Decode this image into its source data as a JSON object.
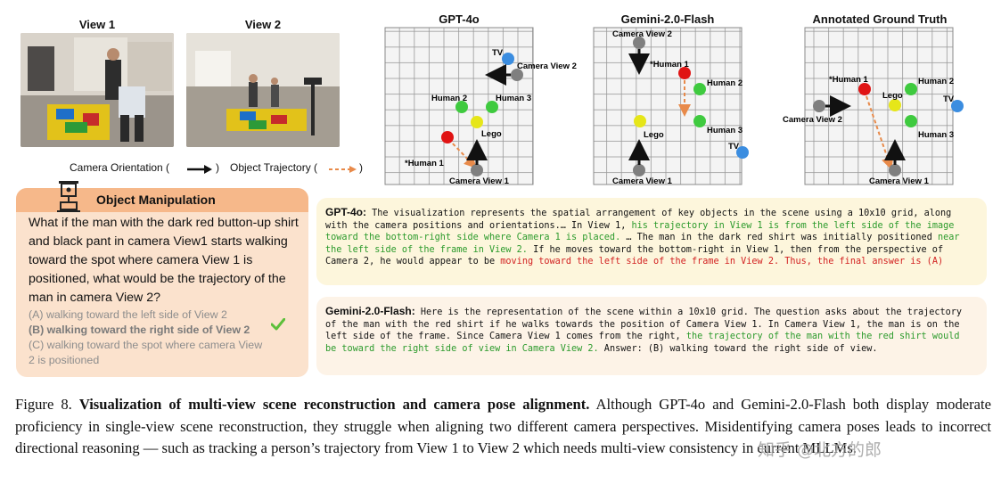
{
  "views": {
    "view1_label": "View 1",
    "view2_label": "View 2"
  },
  "legend": {
    "camera_orientation": "Camera Orientation (",
    "camera_close": ")",
    "object_trajectory": "Object Trajectory (",
    "trajectory_close": ")"
  },
  "panels": [
    {
      "title": "GPT-4o",
      "labels": {
        "tv": "TV",
        "cam2": "Camera View 2",
        "human2": "Human 2",
        "human3": "Human 3",
        "lego": "Lego",
        "human1": "*Human 1",
        "cam1": "Camera View 1"
      }
    },
    {
      "title": "Gemini-2.0-Flash",
      "labels": {
        "cam2": "Camera View 2",
        "human1": "*Human 1",
        "human2": "Human 2",
        "lego": "Lego",
        "human3": "Human 3",
        "tv": "TV",
        "cam1": "Camera View 1"
      }
    },
    {
      "title": "Annotated Ground Truth",
      "labels": {
        "human1": "*Human 1",
        "human2": "Human 2",
        "lego": "Lego",
        "tv": "TV",
        "cam2": "Camera View 2",
        "human3": "Human 3",
        "cam1": "Camera View 1"
      }
    }
  ],
  "colors": {
    "human1": "#e01414",
    "human23": "#3fca3f",
    "lego": "#e6e619",
    "tv": "#3b8de0",
    "camera": "#7f7f7f",
    "trajectory": "#e88a4a",
    "card_bg": "#fbe2cd",
    "card_header": "#f6b88a",
    "gpt_bg": "#fdf6dc",
    "gemini_bg": "#fdf3e7",
    "check": "#5cbf3a"
  },
  "manipulation": {
    "title": "Object Manipulation",
    "question": "What if the man with the dark red button-up shirt and black pant in camera View1 starts walking toward the spot where camera View 1 is positioned, what would be the trajectory of the man in camera View 2?",
    "options": [
      "(A) walking toward the left side of View 2",
      "(B) walking toward the right side of View 2",
      "(C) walking toward the spot where camera View 2 is positioned"
    ],
    "option_c_line1": "(C) walking toward the spot where camera View",
    "option_c_line2": "2 is positioned"
  },
  "gpt_response": {
    "who": "GPT-4o:",
    "t1": " The visualization represents the spatial arrangement of key objects in the scene using a 10x10 grid, along with the camera positions and orientations.… In View 1, ",
    "g1": "his trajectory in View 1 is from the left side of the image toward the bottom-right side where Camera 1 is placed.",
    "t2": " … The man in the dark red shirt was initially positioned ",
    "g2": "near the left side of the frame in View 2.",
    "t3": " If he moves toward the bottom-right in View 1, then from the perspective of Camera 2, he would appear to be ",
    "r1": "moving toward the left side of the frame in View 2. Thus, the final answer is (A)"
  },
  "gemini_response": {
    "who": "Gemini-2.0-Flash:",
    "t1": " Here is the representation of the scene within a 10x10 grid. The question asks about the trajectory of the man with the red shirt if he walks towards the position of Camera View 1. In Camera View 1, the man is on the left side of the frame. Since Camera View 1 comes from the right, ",
    "g1": "the trajectory of the man with the red shirt would be toward the right side of view in Camera View 2.",
    "t2": " Answer: (B) walking toward the right side of view."
  },
  "caption": {
    "fig": "Figure 8.",
    "bold": "Visualization of multi-view scene reconstruction and camera pose alignment.",
    "rest": "Although GPT-4o and Gemini-2.0-Flash both display moderate proficiency in single-view scene reconstruction, they struggle when aligning two different camera perspectives. Misidentifying camera poses leads to incorrect directional reasoning — such as tracking a person’s trajectory from View 1 to View 2 which needs multi-view consistency in current MLLMs."
  },
  "watermark": "知乎 @北方的郎"
}
